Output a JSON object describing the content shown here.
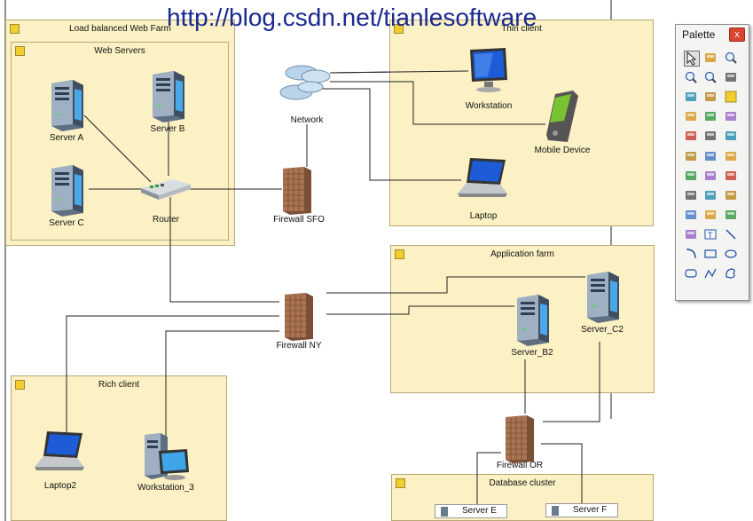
{
  "watermark": "http://blog.csdn.net/tianlesoftware",
  "groups": {
    "lb_web_farm": "Load balanced Web Farm",
    "web_servers": "Web Servers",
    "thin_client": "Thin client",
    "application_farm": "Application farm",
    "rich_client": "Rich client",
    "database_cluster": "Database cluster"
  },
  "nodes": {
    "server_a": "Server A",
    "server_b": "Server B",
    "server_c": "Server C",
    "router": "Router",
    "network": "Network",
    "firewall_sfo": "Firewall SFO",
    "workstation": "Workstation",
    "mobile_device": "Mobile Device",
    "laptop": "Laptop",
    "firewall_ny": "Firewall NY",
    "server_b2": "Server_B2",
    "server_c2": "Server_C2",
    "laptop2": "Laptop2",
    "workstation_3": "Workstation_3",
    "firewall_or": "Firewall OR",
    "server_e": "Server E",
    "server_f": "Server F"
  },
  "palette": {
    "title": "Palette",
    "close": "x",
    "tools": [
      "pointer-icon",
      "pan-hand-icon",
      "zoom-in-icon",
      "zoom-out-icon",
      "zoom-rect-icon",
      "zoom-fit-icon",
      "cut-icon",
      "group-icon",
      "container-icon",
      "building-icon",
      "hub-icon",
      "radiation-icon",
      "server-tool-icon",
      "computer-tool-icon",
      "mobile-tool-icon",
      "settings-tool-icon",
      "gear-tool-icon",
      "network-tool-icon",
      "window-tool-icon",
      "database-tool-icon",
      "puzzle-tool-icon",
      "form-tool-icon",
      "screen-tool-icon",
      "chart-tool-icon",
      "document-tool-icon",
      "note-tool-icon",
      "tree-tool-icon",
      "rounded-bar-tool-icon",
      "text-tool-icon",
      "line-tool-icon",
      "arc-tool-icon",
      "rectangle-tool-icon",
      "ellipse-tool-icon",
      "rounded-rect-tool-icon",
      "polyline-tool-icon",
      "freeform-tool-icon"
    ]
  }
}
